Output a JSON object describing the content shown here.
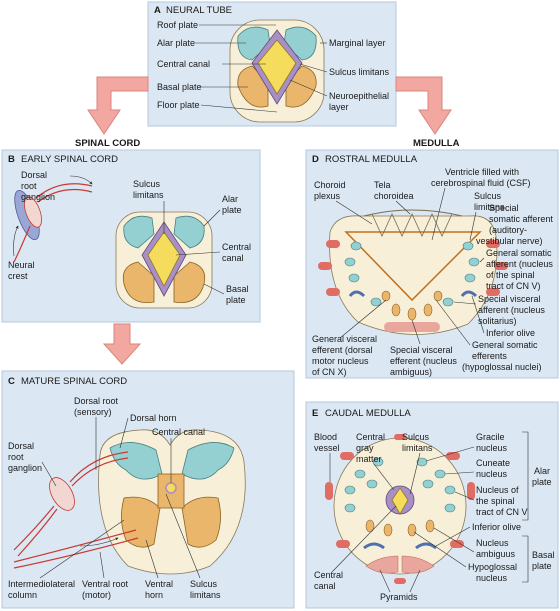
{
  "neural_tube": {
    "title_letter": "A",
    "title": "NEURAL TUBE",
    "roof_plate": "Roof plate",
    "alar_plate": "Alar plate",
    "central_canal": "Central canal",
    "basal_plate": "Basal plate",
    "floor_plate": "Floor plate",
    "marginal_layer": "Marginal layer",
    "sulcus_limitans": "Sulcus limitans",
    "neuroepithelial_1": "Neuroepithelial",
    "neuroepithelial_2": "layer"
  },
  "headers": {
    "spinal_cord": "SPINAL CORD",
    "medulla": "MEDULLA"
  },
  "early_spinal_cord": {
    "title_letter": "B",
    "title": "EARLY SPINAL CORD",
    "drg_1": "Dorsal",
    "drg_2": "root",
    "drg_3": "ganglion",
    "sulcus_1": "Sulcus",
    "sulcus_2": "limitans",
    "alar_1": "Alar",
    "alar_2": "plate",
    "canal_1": "Central",
    "canal_2": "canal",
    "basal_1": "Basal",
    "basal_2": "plate",
    "crest_1": "Neural",
    "crest_2": "crest"
  },
  "mature_spinal_cord": {
    "title_letter": "C",
    "title": "MATURE SPINAL CORD",
    "dorsal_root_1": "Dorsal root",
    "dorsal_root_2": "(sensory)",
    "dorsal_horn": "Dorsal horn",
    "central_canal": "Central canal",
    "drg_1": "Dorsal",
    "drg_2": "root",
    "drg_3": "ganglion",
    "imc_1": "Intermediolateral",
    "imc_2": "column",
    "ventral_root_1": "Ventral root",
    "ventral_root_2": "(motor)",
    "ventral_horn_1": "Ventral",
    "ventral_horn_2": "horn",
    "sulcus_1": "Sulcus",
    "sulcus_2": "limitans"
  },
  "rostral_medulla": {
    "title_letter": "D",
    "title": "ROSTRAL MEDULLA",
    "ventricle_1": "Ventricle filled with",
    "ventricle_2": "cerebrospinal fluid (CSF)",
    "choroid_1": "Choroid",
    "choroid_2": "plexus",
    "tela_1": "Tela",
    "tela_2": "choroidea",
    "sulcus_1": "Sulcus",
    "sulcus_2": "limitans",
    "ssa_1": "Special",
    "ssa_2": "somatic afferent",
    "ssa_3": "(auditory-",
    "ssa_4": "vestibular nerve)",
    "gsa_1": "General somatic",
    "gsa_2": "afferent (nucleus",
    "gsa_3": "of the spinal",
    "gsa_4": "tract of CN V)",
    "sva_1": "Special visceral",
    "sva_2": "afferent (nucleus",
    "sva_3": "solitarius)",
    "inferior_olive": "Inferior olive",
    "gse_1": "General somatic",
    "gse_2": "efferents",
    "gse_3": "(hypoglossal nuclei)",
    "gve_1": "General visceral",
    "gve_2": "efferent (dorsal",
    "gve_3": "motor nucleus",
    "gve_4": "of CN X)",
    "sve_1": "Special visceral",
    "sve_2": "efferent (nucleus",
    "sve_3": "ambiguus)"
  },
  "caudal_medulla": {
    "title_letter": "E",
    "title": "CAUDAL MEDULLA",
    "blood_1": "Blood",
    "blood_2": "vessel",
    "cgm_1": "Central",
    "cgm_2": "gray",
    "cgm_3": "matter",
    "sulcus_1": "Sulcus",
    "sulcus_2": "limitans",
    "gracile_1": "Gracile",
    "gracile_2": "nucleus",
    "cuneate_1": "Cuneate",
    "cuneate_2": "nucleus",
    "nst_1": "Nucleus of",
    "nst_2": "the spinal",
    "nst_3": "tract of CN V",
    "inferior_olive": "Inferior olive",
    "amb_1": "Nucleus",
    "amb_2": "ambiguus",
    "hyp_1": "Hypoglossal",
    "hyp_2": "nucleus",
    "canal_1": "Central",
    "canal_2": "canal",
    "pyramids": "Pyramids",
    "alar_1": "Alar",
    "alar_2": "plate",
    "basal_1": "Basal",
    "basal_2": "plate"
  },
  "colors": {
    "panel": "#dbe7f3",
    "panel_border": "#b6c9dd",
    "alar": "#94d0d2",
    "basal": "#eab66c",
    "canal": "#f6dc5c",
    "sulcus_band": "#a98fc4",
    "marginal": "#f7efd7",
    "vessel": "#e06c64",
    "arrow": "#f2a8a0",
    "nerve": "#c83a32"
  }
}
